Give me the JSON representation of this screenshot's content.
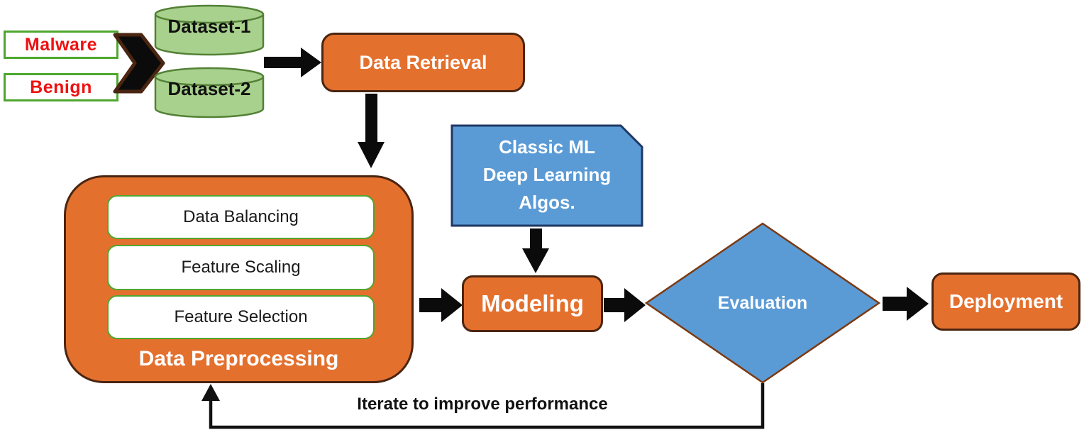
{
  "diagram": {
    "inputs": {
      "malware_label": "Malware",
      "benign_label": "Benign"
    },
    "datasets": [
      {
        "label": "Dataset-1"
      },
      {
        "label": "Dataset-2"
      }
    ],
    "nodes": {
      "data_retrieval": "Data Retrieval",
      "preprocessing": {
        "title": "Data Preprocessing",
        "steps": [
          "Data Balancing",
          "Feature Scaling",
          "Feature Selection"
        ]
      },
      "algos": {
        "lines": [
          "Classic ML",
          "Deep Learning",
          "Algos."
        ]
      },
      "modeling": "Modeling",
      "evaluation": "Evaluation",
      "deployment": "Deployment"
    },
    "feedback_label": "Iterate to improve performance",
    "colors": {
      "node_orange": "#E4702E",
      "node_orange_border": "#4A2511",
      "accent_blue": "#5B9BD5",
      "blue_card_border": "#1F3864",
      "diamond_border": "#7B3A12",
      "dataset_green_fill": "#A9D18E",
      "dataset_green_border": "#538135",
      "step_green_border": "#4EA72E",
      "label_red": "#EE1111",
      "arrow_black": "#111111"
    }
  }
}
